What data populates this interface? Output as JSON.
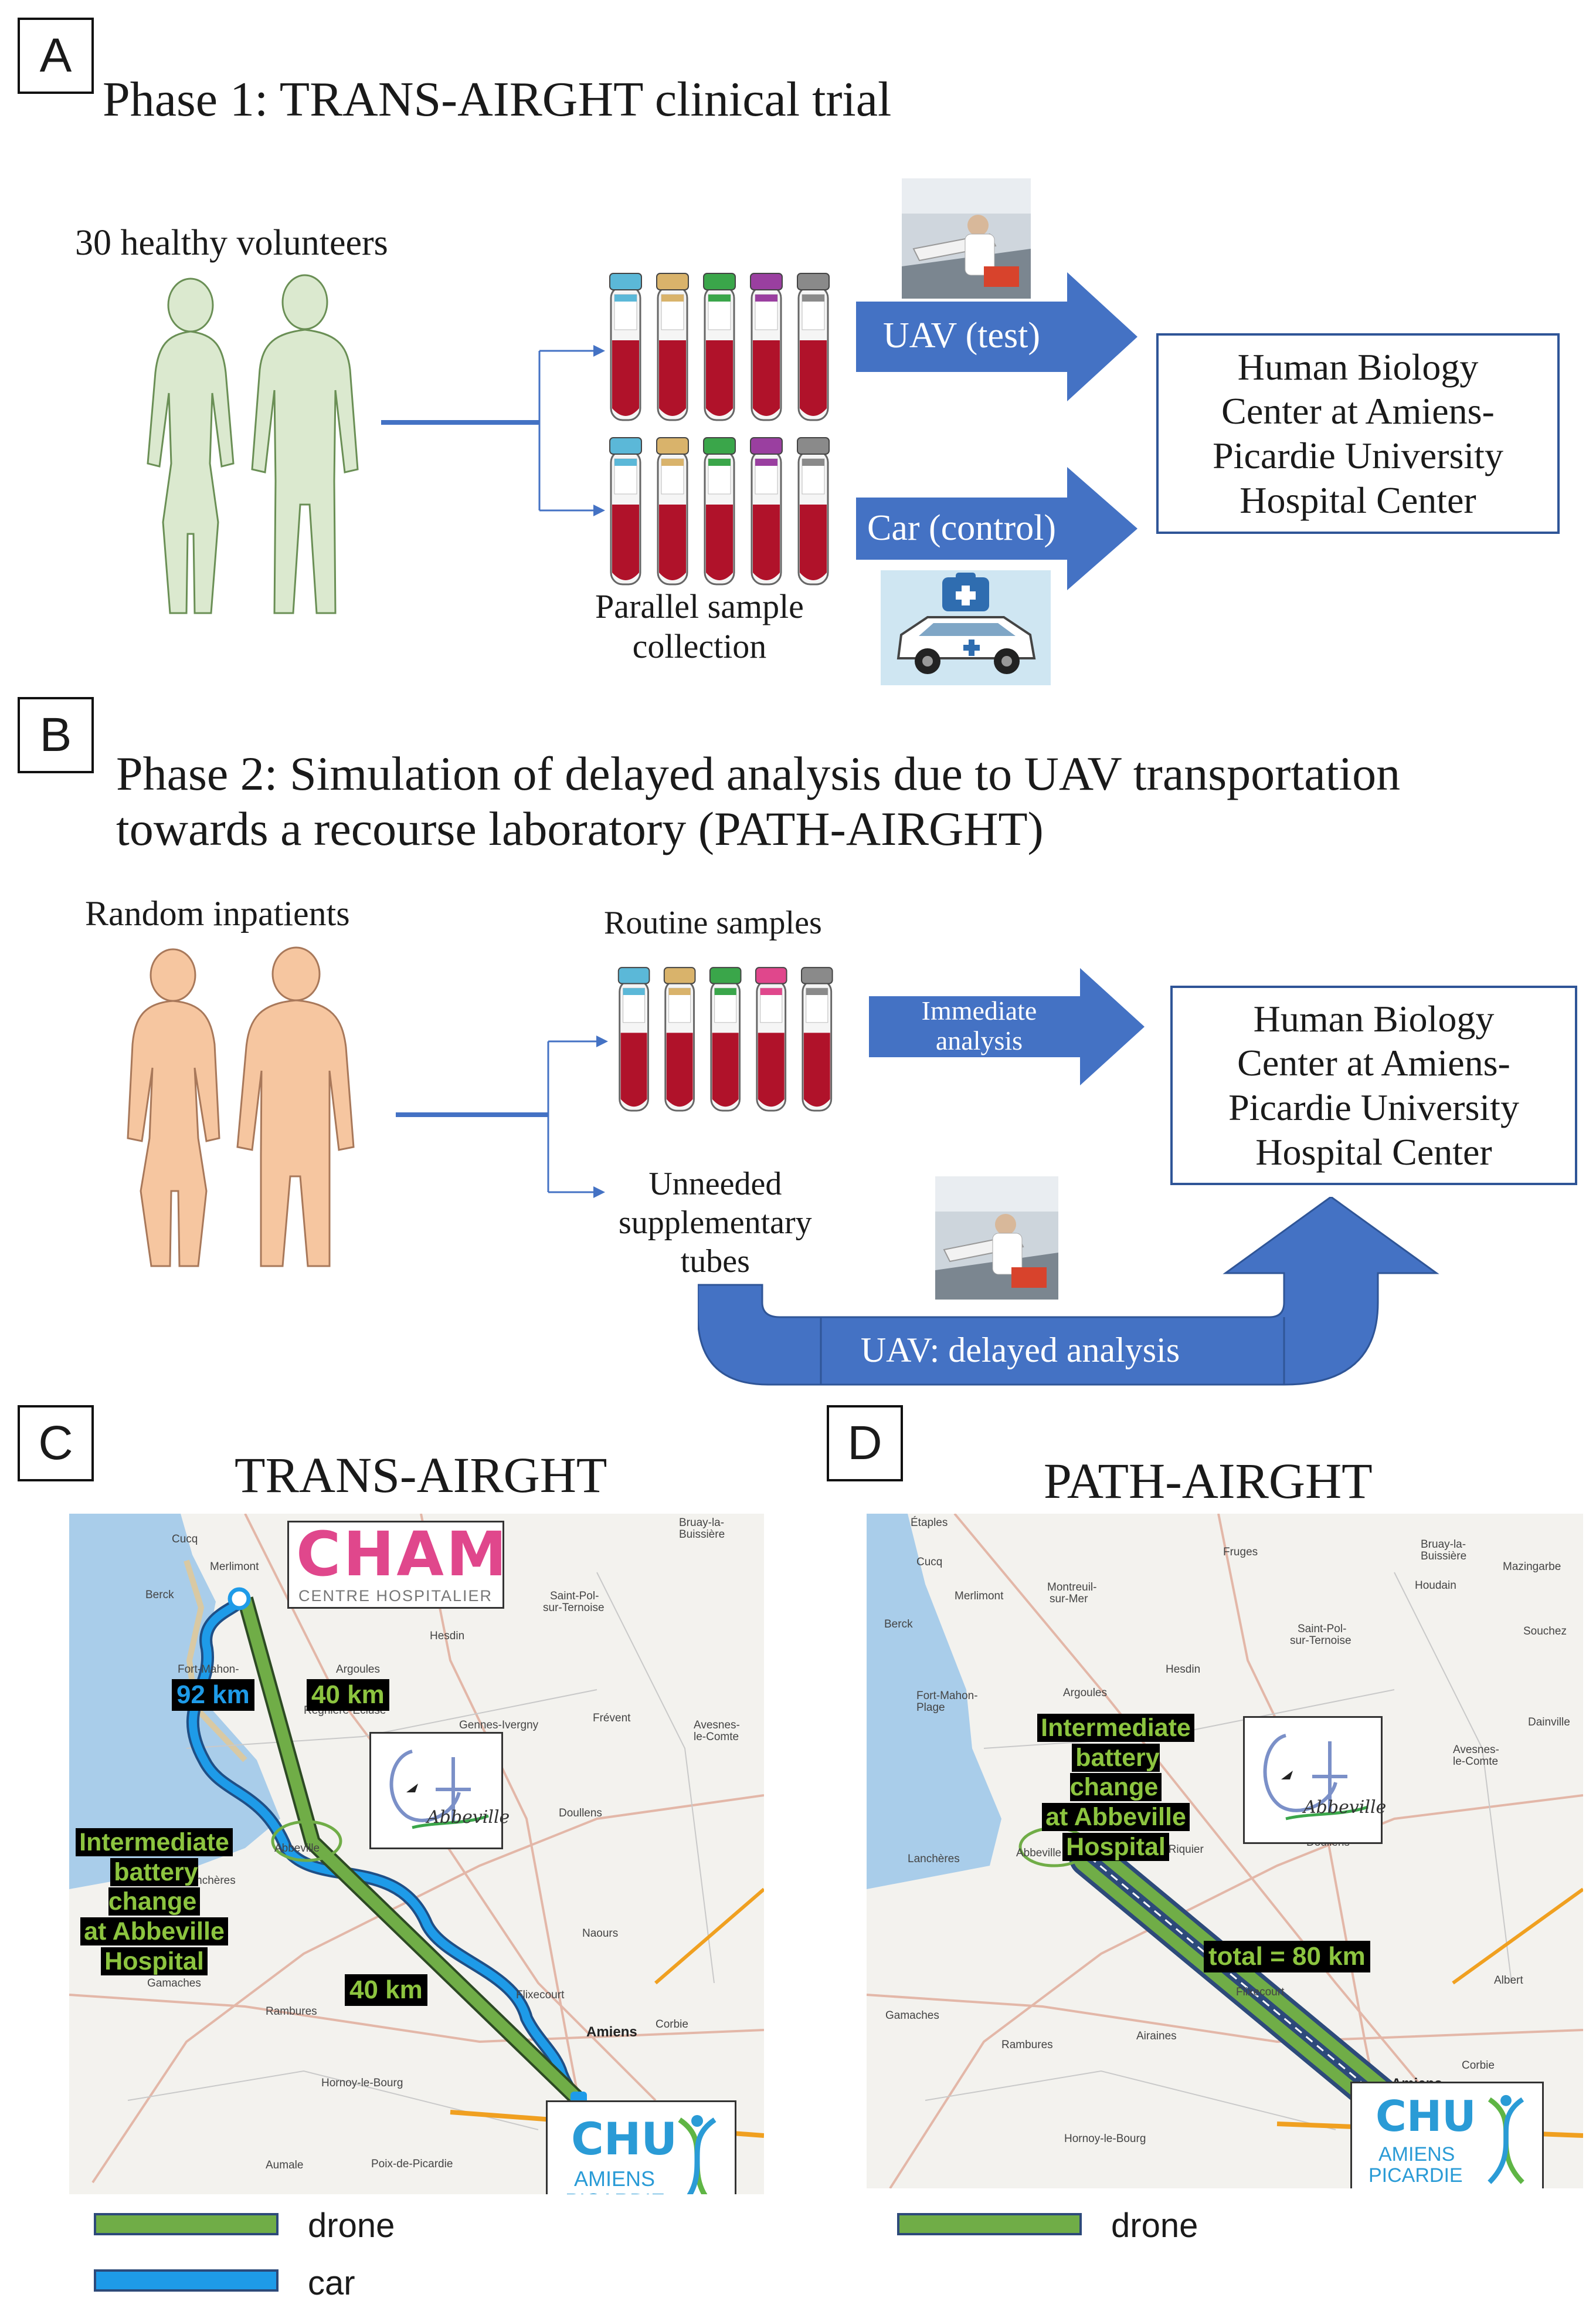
{
  "panelA": {
    "letter": "A",
    "title": "Phase 1: TRANS-AIRGHT clinical trial",
    "subjects": "30 healthy volunteers",
    "uav_label": "UAV (test)",
    "car_label": "Car (control)",
    "collection_label": [
      "Parallel sample",
      "collection"
    ],
    "destination": [
      "Human Biology",
      "Center at Amiens-",
      "Picardie University",
      "Hospital Center"
    ]
  },
  "panelB": {
    "letter": "B",
    "title": [
      "Phase 2: Simulation of delayed analysis due to UAV transportation",
      "towards a recourse laboratory (PATH-AIRGHT)"
    ],
    "subjects": "Random inpatients",
    "routine": "Routine samples",
    "immediate": [
      "Immediate",
      "analysis"
    ],
    "unneeded": [
      "Unneeded",
      "supplementary",
      "tubes"
    ],
    "uav_delayed": "UAV: delayed analysis",
    "destination": [
      "Human Biology",
      "Center at Amiens-",
      "Picardie University",
      "Hospital Center"
    ]
  },
  "panelC": {
    "letter": "C",
    "title": "TRANS-AIRGHT",
    "km_car": "92 km",
    "km_drone_1": "40 km",
    "km_drone_2": "40 km",
    "note": [
      "Intermediate",
      "battery change",
      "at Abbeville",
      "Hospital"
    ],
    "cham_logo": "CHAM",
    "cham_sub": "CENTRE HOSPITALIER",
    "abbeville_logo": "Abbeville",
    "chu_logo": "CHU",
    "chu_sub": [
      "AMIENS",
      "PICARDIE"
    ],
    "towns": {
      "cucq": "Cucq",
      "merlimont": "Merlimont",
      "berck": "Berck",
      "fort_mahon": "Fort-Mahon-",
      "argoules": "Argoules",
      "hesdin": "Hesdin",
      "saint_pol": "Saint-Pol-",
      "saint_pol_2": "sur-Ternoise",
      "frevent": "Frévent",
      "avesnes": "Avesnes-",
      "avesnes_2": "le-Comte",
      "doullens": "Doullens",
      "abbeville": "Abbeville",
      "lancheres": "Lanchères",
      "naours": "Naours",
      "amiens": "Amiens",
      "corbie": "Corbie",
      "rambures": "Rambures",
      "hornoy": "Hornoy-le-Bourg",
      "aumale": "Aumale",
      "poix": "Poix-de-Picardie",
      "flixecourt": "Flixecourt",
      "gamaches": "Gamaches",
      "bruay": "Bruay-la-",
      "buissiere": "Buissière",
      "regniere": "Regnière-Écluse",
      "gennes": "Gennes-Ivergny"
    },
    "legend": [
      {
        "label": "drone",
        "color": "#70ad47"
      },
      {
        "label": "car",
        "color": "#1e9be8"
      }
    ]
  },
  "panelD": {
    "letter": "D",
    "title": "PATH-AIRGHT",
    "total": "total = 80 km",
    "note": [
      "Intermediate",
      "battery change",
      "at Abbeville",
      "Hospital"
    ],
    "abbeville_logo": "Abbeville",
    "chu_logo": "CHU",
    "chu_sub": [
      "AMIENS",
      "PICARDIE"
    ],
    "towns": {
      "etaples": "Étaples",
      "cucq": "Cucq",
      "merlimont": "Merlimont",
      "montreuil": "Montreuil-",
      "montreuil_2": "sur-Mer",
      "fruges": "Fruges",
      "bruay": "Bruay-la-",
      "buissiere": "Buissière",
      "houdain": "Houdain",
      "mazingarbe": "Mazingarbe",
      "berck": "Berck",
      "hesdin": "Hesdin",
      "saint_pol": "Saint-Pol-",
      "saint_pol_2": "sur-Ternoise",
      "souchez": "Souchez",
      "argoules": "Argoules",
      "fort_mahon": "Fort-Mahon-",
      "plage": "Plage",
      "dainville": "Dainville",
      "avesnes": "Avesnes-",
      "avesnes_2": "le-Comte",
      "doullens": "Doullens",
      "lancheres": "Lanchères",
      "abbeville": "Abbeville",
      "saint_riquier": "Saint-Riquier",
      "flixecourt": "Flixecourt",
      "albert": "Albert",
      "amiens": "Amiens",
      "corbie": "Corbie",
      "rambures": "Rambures",
      "airaines": "Airaines",
      "hornoy": "Hornoy-le-Bourg",
      "gamaches": "Gamaches"
    },
    "legend": [
      {
        "label": "drone",
        "color": "#70ad47"
      }
    ]
  },
  "colors": {
    "arrow_blue": "#4472c4",
    "box_border": "#2f5597",
    "tube_blood": "#b0122a",
    "volunteer_green": "#dbe9cf",
    "inpatient_skin": "#f6c6a0",
    "drone_green": "#70ad47",
    "car_blue": "#1e9be8"
  },
  "tube_caps": [
    "#5bb8d8",
    "#d9b36b",
    "#3aa64a",
    "#9a3fa0",
    "#8a8a8a"
  ],
  "tube_caps_b": [
    "#5bb8d8",
    "#d9b36b",
    "#3aa64a",
    "#e0478c",
    "#8a8a8a"
  ]
}
